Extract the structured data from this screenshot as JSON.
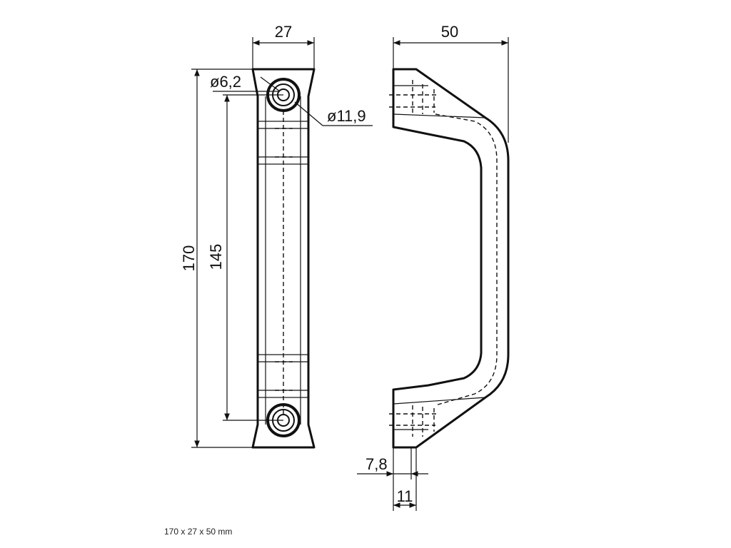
{
  "dimensions": {
    "width_top": "27",
    "depth_top": "50",
    "hole_small": "ø6,2",
    "hole_large": "ø11,9",
    "overall_length": "170",
    "hole_spacing": "145",
    "offset_small": "7,8",
    "offset_base": "11"
  },
  "caption": "170 x 27 x 50 mm"
}
